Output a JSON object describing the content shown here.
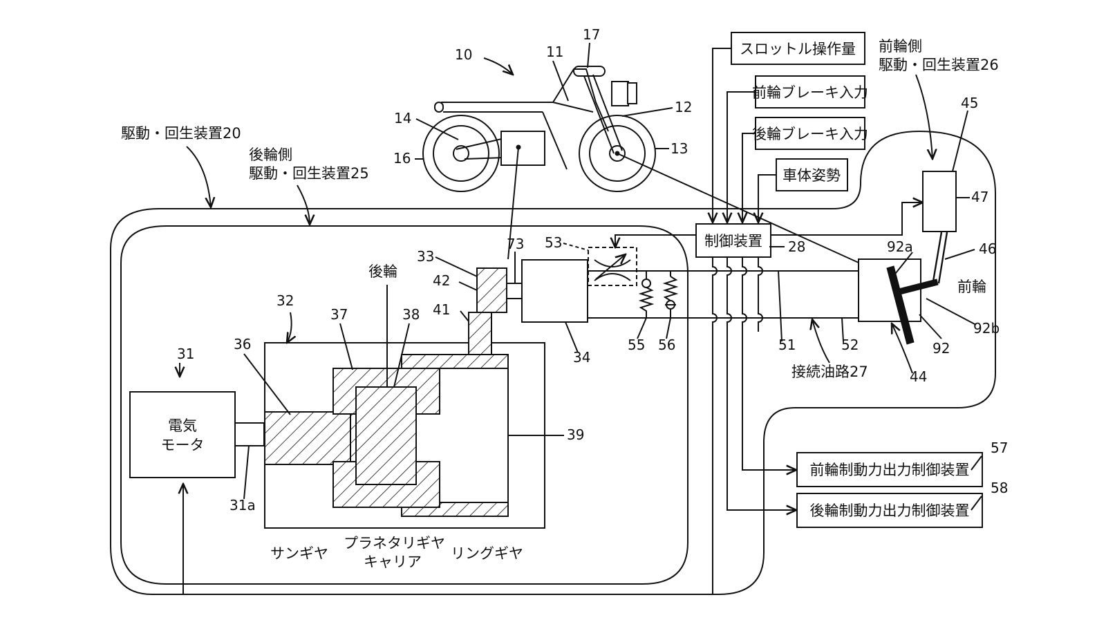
{
  "labels": {
    "throttle": "スロットル操作量",
    "front_brake": "前輪ブレーキ入力",
    "rear_brake": "後輪ブレーキ入力",
    "body_posture": "車体姿勢",
    "controller": "制御装置",
    "motor_line1": "電気",
    "motor_line2": "モータ",
    "front_output": "前輪制動力出力制御装置",
    "rear_output": "後輪制動力出力制御装置",
    "drive_regen": "駆動・回生装置20",
    "rear_side_line1": "後輪側",
    "rear_side_line2": "駆動・回生装置25",
    "front_side_line1": "前輪側",
    "front_side_line2": "駆動・回生装置26",
    "rear_wheel": "後輪",
    "front_wheel": "前輪",
    "sun_gear": "サンギヤ",
    "planetary_line1": "プラネタリギヤ",
    "planetary_line2": "キャリア",
    "ring_gear": "リングギヤ",
    "connecting_oil": "接続油路27"
  },
  "numbers": {
    "n10": "10",
    "n11": "11",
    "n12": "12",
    "n13": "13",
    "n14": "14",
    "n16": "16",
    "n17": "17",
    "n28": "28",
    "n31": "31",
    "n31a": "31a",
    "n32": "32",
    "n33": "33",
    "n34": "34",
    "n36": "36",
    "n37": "37",
    "n38": "38",
    "n39": "39",
    "n41": "41",
    "n42": "42",
    "n44": "44",
    "n45": "45",
    "n46": "46",
    "n47": "47",
    "n51": "51",
    "n52": "52",
    "n53": "53",
    "n55": "55",
    "n56": "56",
    "n57": "57",
    "n58": "58",
    "n73": "73",
    "n92": "92",
    "n92a": "92a",
    "n92b": "92b"
  }
}
